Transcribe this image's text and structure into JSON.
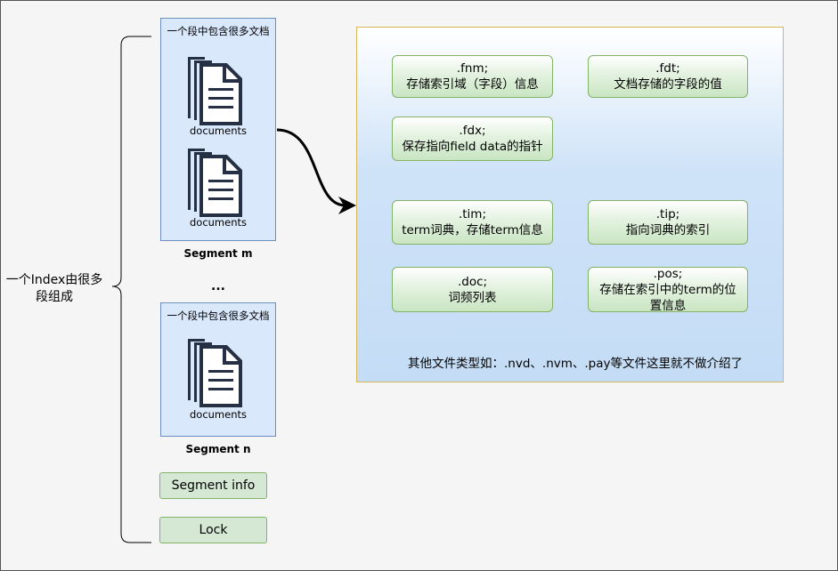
{
  "index_label": "一个Index由很多段组成",
  "segments": [
    {
      "title": "一个段中包含很多文档",
      "doc_labels": [
        "documents",
        "documents"
      ],
      "name": "Segment m"
    },
    {
      "title": "一个段中包含很多文档",
      "doc_labels": [
        "documents"
      ],
      "name": "Segment n"
    }
  ],
  "ellipsis": "...",
  "segment_info": "Segment info",
  "lock": "Lock",
  "files": [
    {
      "ext": ".fnm;",
      "desc": "存储索引域（字段）信息"
    },
    {
      "ext": ".fdt;",
      "desc": "文档存储的字段的值"
    },
    {
      "ext": ".fdx;",
      "desc": "保存指向field data的指针"
    },
    {
      "ext": ".tim;",
      "desc": "term词典，存储term信息"
    },
    {
      "ext": ".tip;",
      "desc": "指向词典的索引"
    },
    {
      "ext": ".doc;",
      "desc": "词频列表"
    },
    {
      "ext": ".pos;",
      "desc": "存储在索引中的term的位置信息"
    }
  ],
  "note": "其他文件类型如：.nvd、.nvm、.pay等文件这里就不做介绍了",
  "icons": {
    "document": "documents-icon",
    "arrow": "curved-arrow-icon",
    "brace": "left-brace-icon"
  }
}
